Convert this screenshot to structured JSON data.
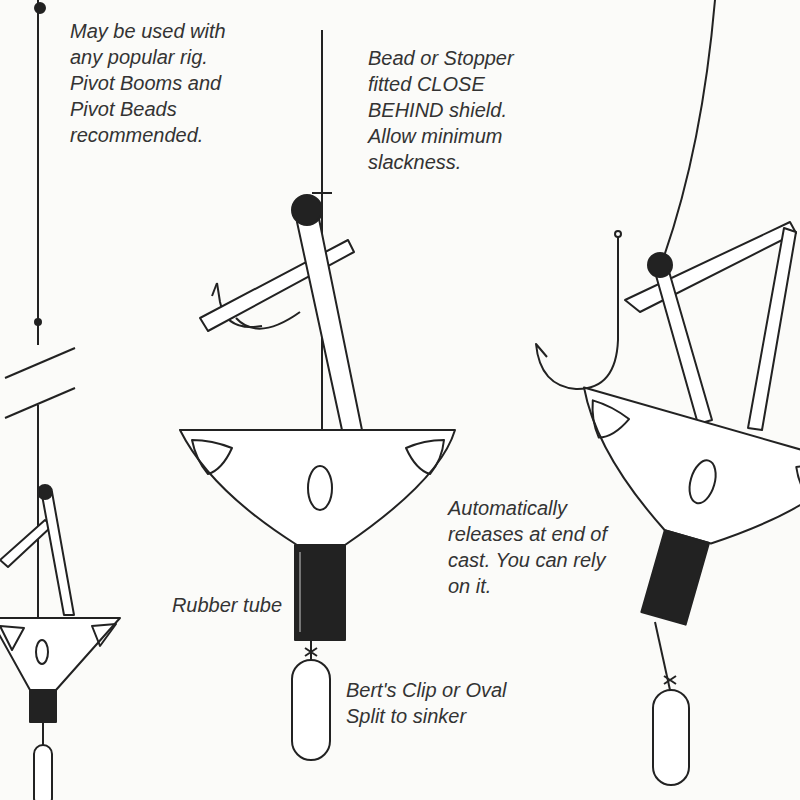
{
  "diagram": {
    "labels": [
      "May be used with any popular rig. Pivot Booms and Pivot Beads recommended.",
      "Bead or Stopper fitted CLOSE BEHIND shield. Allow minimum slackness.",
      "Rubber tube",
      "Bert's Clip or Oval Split to sinker",
      "Automatically releases at end of cast. You can rely on it."
    ]
  }
}
